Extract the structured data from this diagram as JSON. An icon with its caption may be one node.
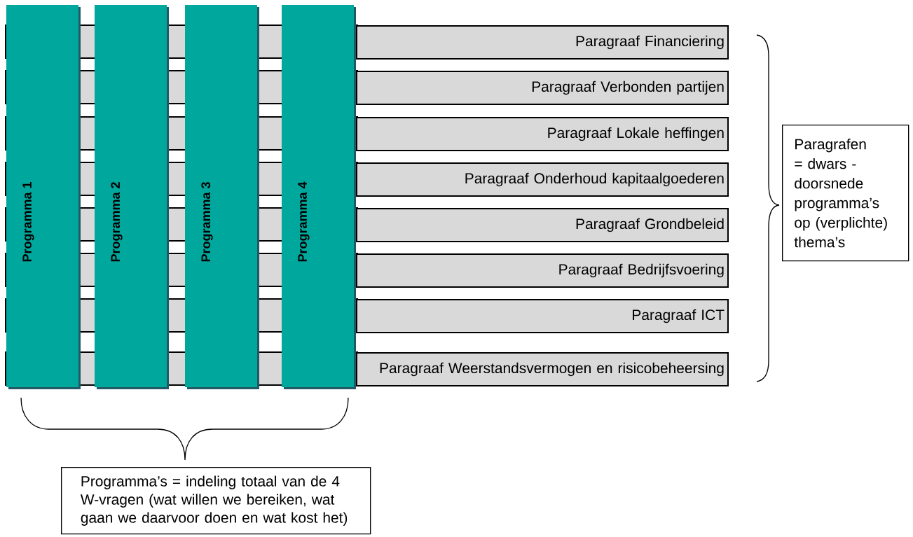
{
  "diagram": {
    "nodes": [
      {
        "text": [
          "Programma 1"
        ]
      },
      {
        "text": [
          "Programma 2"
        ]
      },
      {
        "text": [
          "Programma 3"
        ]
      },
      {
        "text": [
          "Programma 4"
        ]
      },
      {
        "text": [
          "Paragraaf Financiering"
        ]
      },
      {
        "text": [
          "Paragraaf Verbonden partijen"
        ]
      },
      {
        "text": [
          "Paragraaf Lokale heffingen"
        ]
      },
      {
        "text": [
          "Paragraaf Onderhoud kapitaalgoederen"
        ]
      },
      {
        "text": [
          "Paragraaf Grondbeleid"
        ]
      },
      {
        "text": [
          "Paragraaf Bedrijfsvoering"
        ]
      },
      {
        "text": [
          "Paragraaf ICT"
        ]
      },
      {
        "text": [
          "Paragraaf Weerstandsvermogen en risicobeheersing"
        ]
      },
      {
        "text": [
          "Paragrafen = dwars - doorsnede programma’s op (verplichte) thema’s"
        ]
      },
      {
        "text": [
          "Programma’s = indeling totaal van de 4 W-vragen (wat willen we bereiken, wat gaan we daarvoor doen en wat kost het)"
        ]
      }
    ]
  }
}
